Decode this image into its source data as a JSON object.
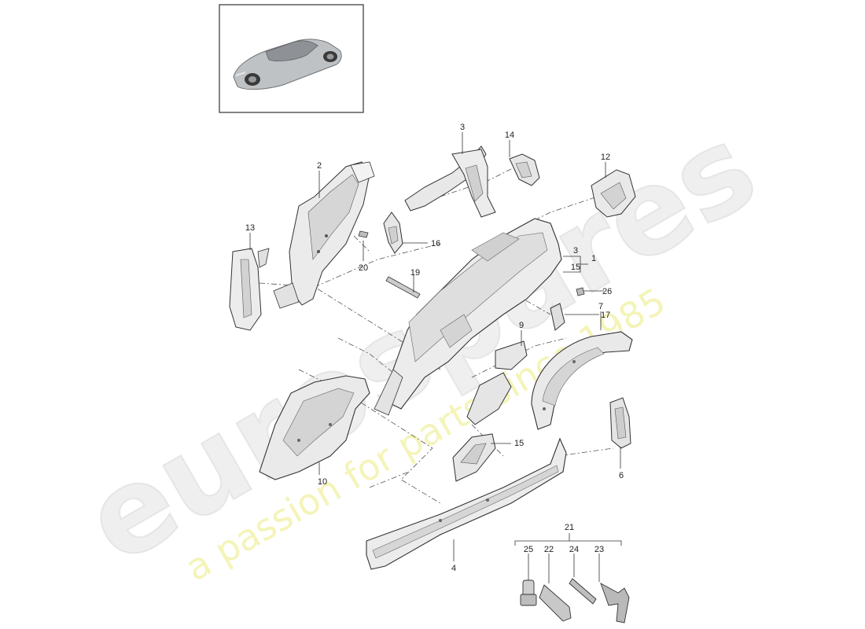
{
  "watermark": {
    "brand": "eurospares",
    "tagline": "a passion for parts since 1985",
    "brand_color": "#d8d8d8",
    "tagline_color": "#efeea0"
  },
  "thumbnail": {
    "name": "car-thumbnail",
    "body_color": "#b9bcbf"
  },
  "callouts": {
    "c1": "1",
    "c2": "2",
    "c3": "3",
    "c3b": "3",
    "c4": "4",
    "c6": "6",
    "c7": "7",
    "c9": "9",
    "c10": "10",
    "c12": "12",
    "c13": "13",
    "c14": "14",
    "c15": "15",
    "c15b": "15",
    "c16": "16",
    "c17": "17",
    "c19": "19",
    "c20": "20",
    "c21": "21",
    "c22": "22",
    "c23": "23",
    "c24": "24",
    "c25": "25",
    "c26": "26"
  },
  "colors": {
    "part_fill": "#e9e9e9",
    "part_shade": "#cfcfcf",
    "line": "#333333"
  }
}
